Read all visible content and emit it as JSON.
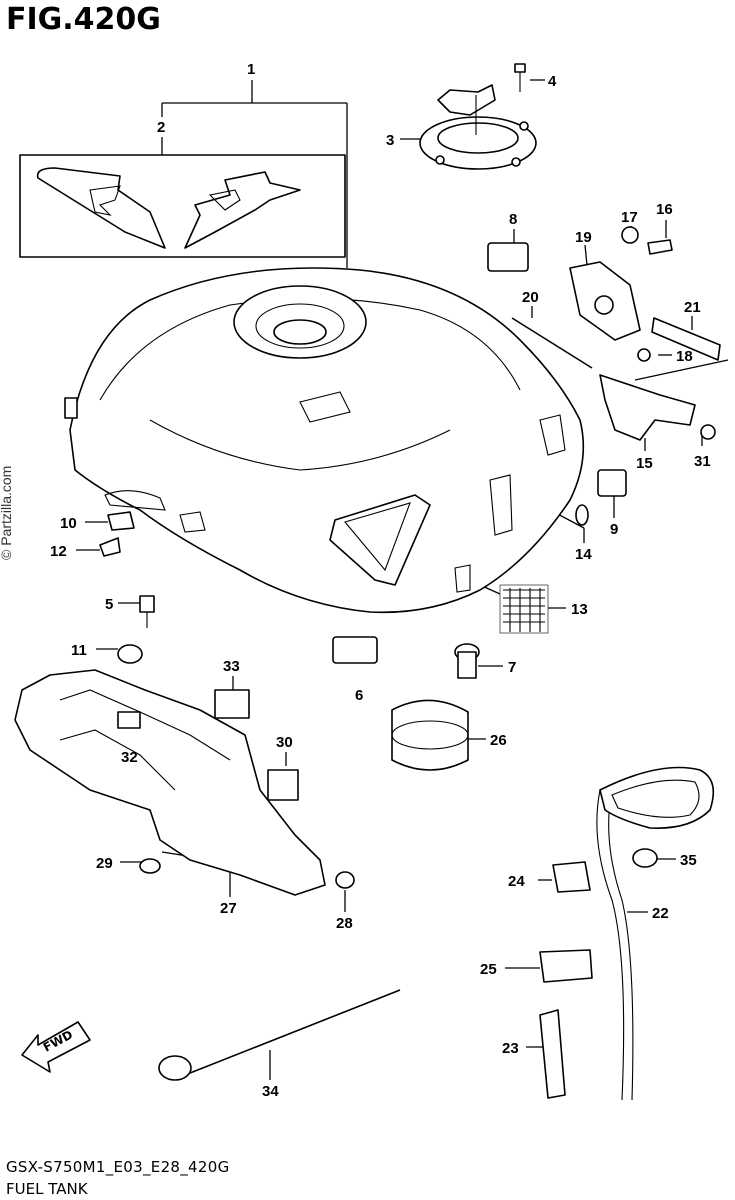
{
  "figure": {
    "title": "FIG.420G",
    "watermark": "© Partzilla.com",
    "code": "GSX-S750M1_E03_E28_420G",
    "name": "FUEL TANK",
    "fwd_label": "FWD"
  },
  "callouts": {
    "c1": "1",
    "c2": "2",
    "c3": "3",
    "c4": "4",
    "c5": "5",
    "c6": "6",
    "c7": "7",
    "c8": "8",
    "c9": "9",
    "c10": "10",
    "c11": "11",
    "c12": "12",
    "c13": "13",
    "c14": "14",
    "c15": "15",
    "c16": "16",
    "c17": "17",
    "c18": "18",
    "c19": "19",
    "c20": "20",
    "c21": "21",
    "c22": "22",
    "c23": "23",
    "c24": "24",
    "c25": "25",
    "c26": "26",
    "c27": "27",
    "c28": "28",
    "c29": "29",
    "c30": "30",
    "c31": "31",
    "c32": "32",
    "c33": "33",
    "c34": "34",
    "c35": "35"
  }
}
